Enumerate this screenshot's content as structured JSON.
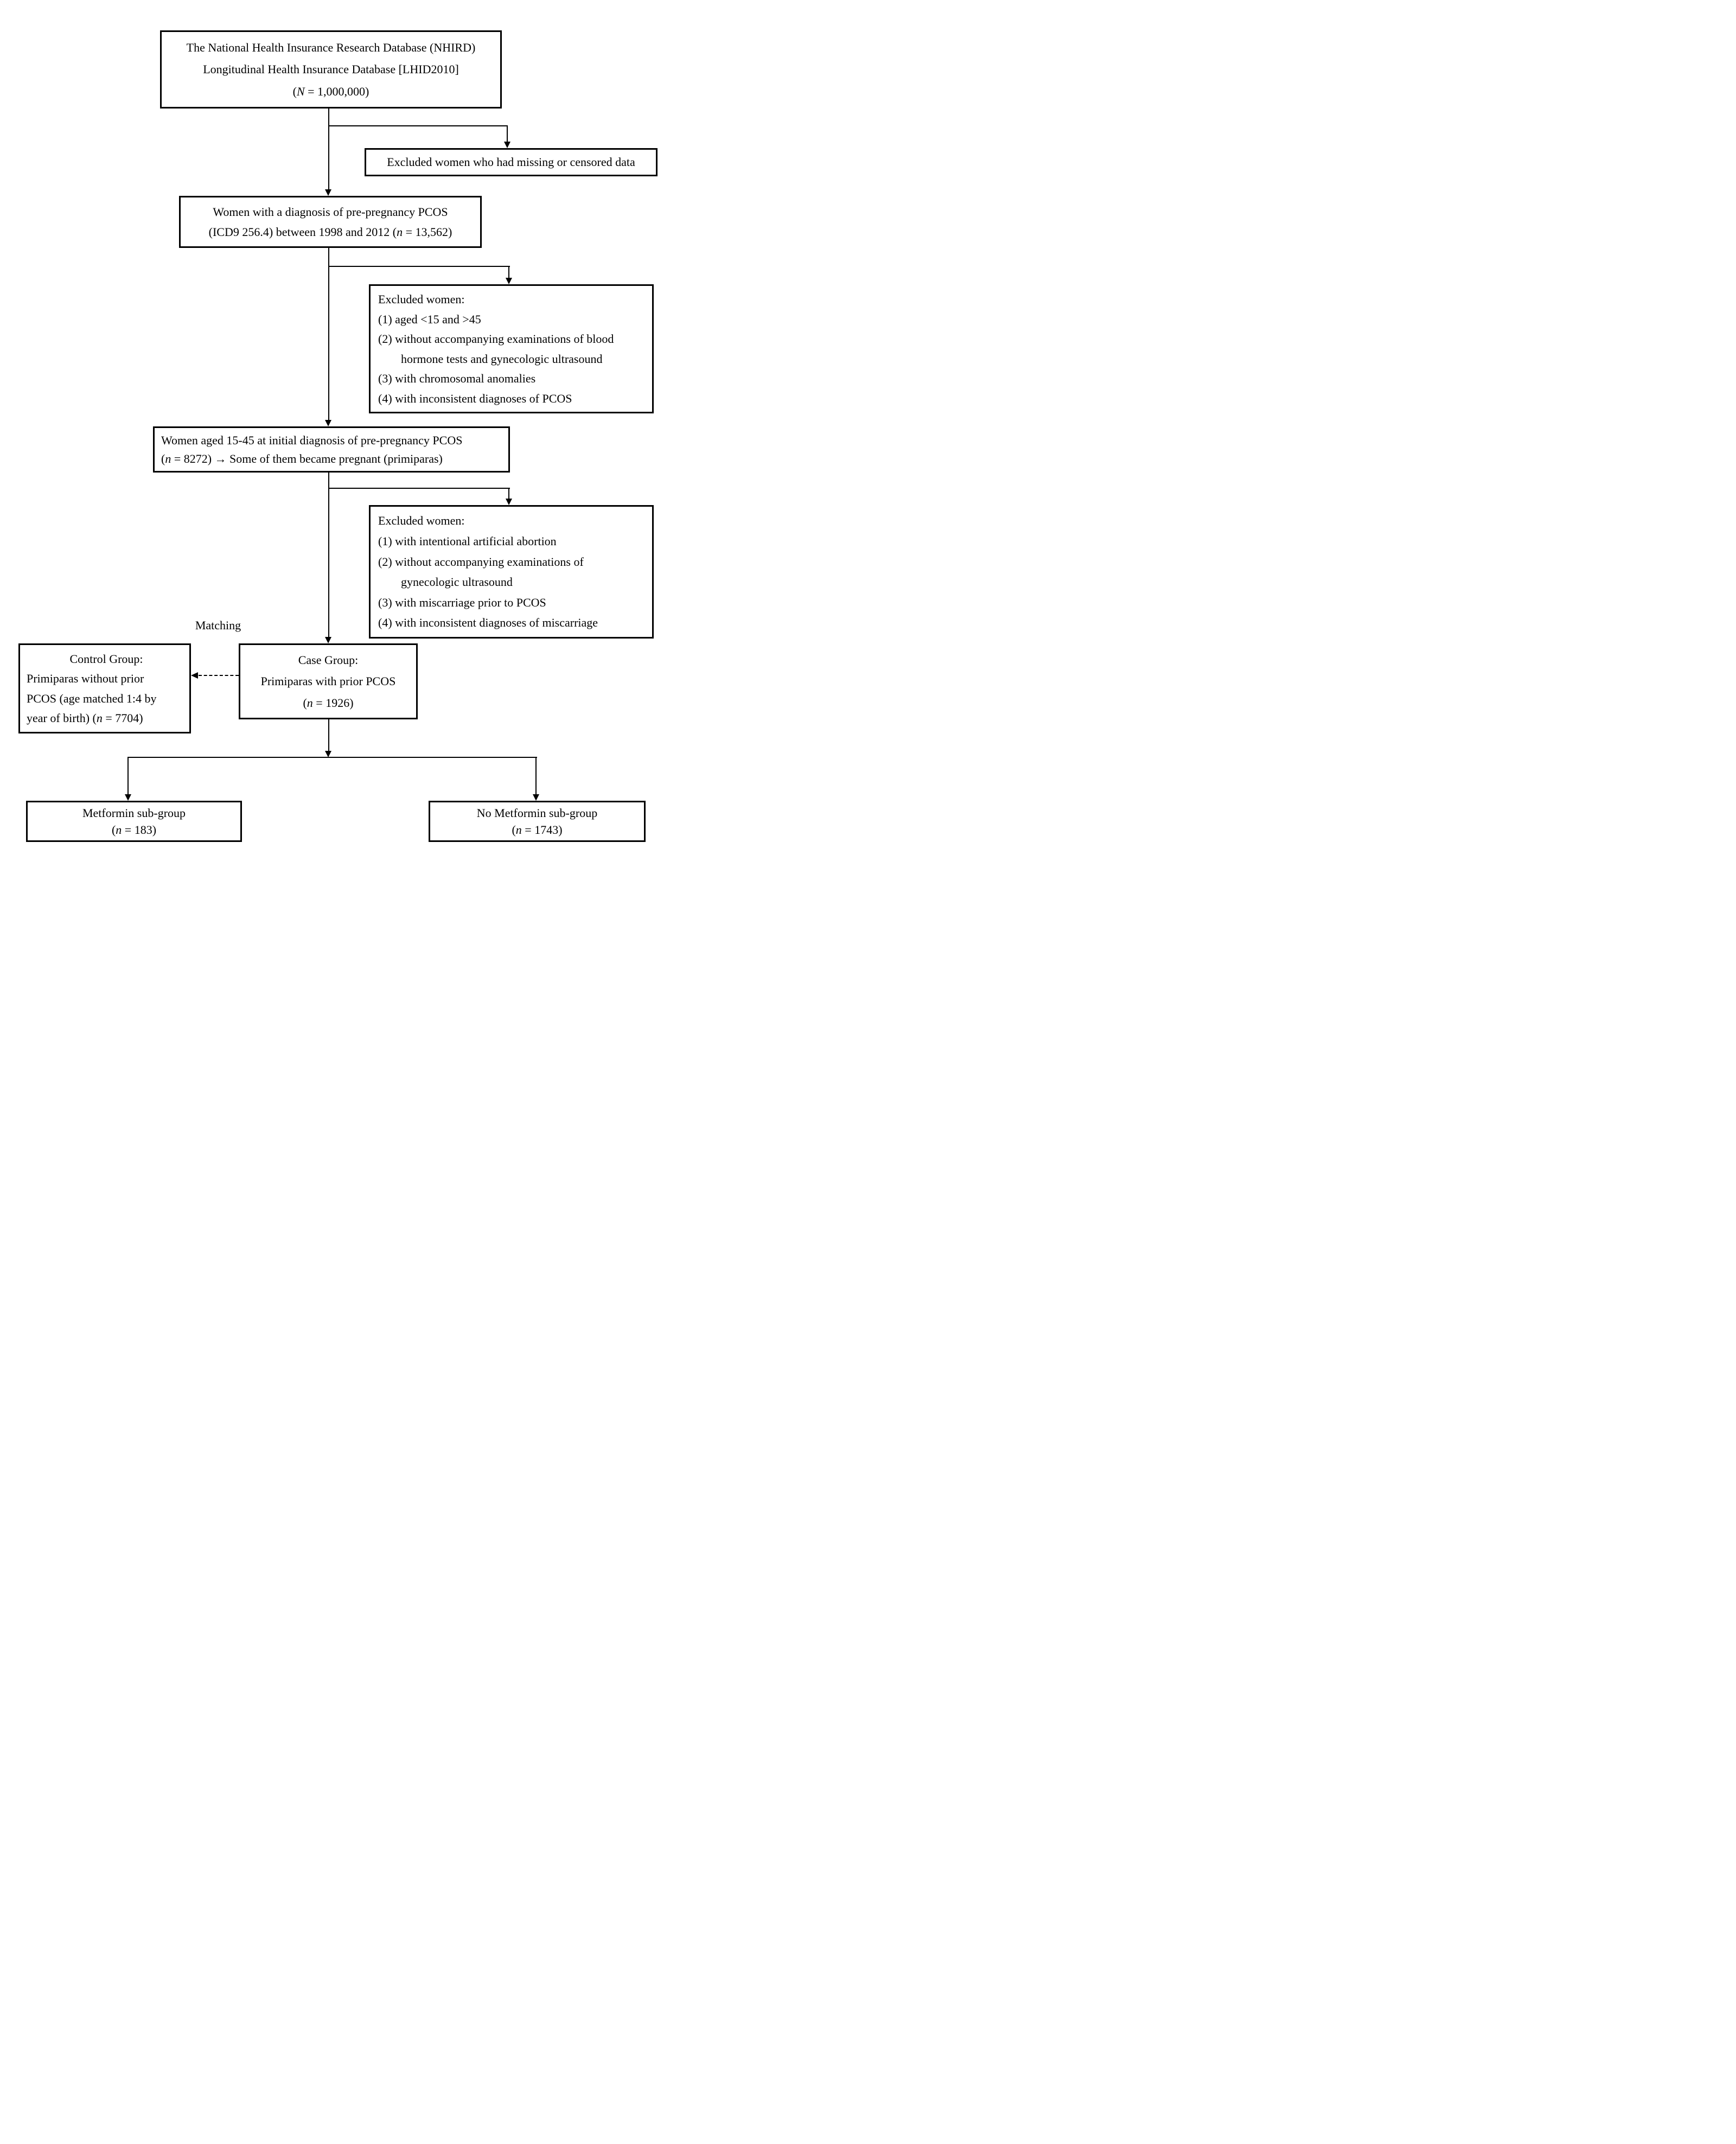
{
  "diagram": {
    "matching_label": "Matching",
    "boxes": {
      "nhird": {
        "lines": [
          "The National Health Insurance Research Database (NHIRD)",
          "Longitudinal Health Insurance Database [LHID2010]",
          [
            {
              "text": "("
            },
            {
              "text": "N",
              "italic": true
            },
            {
              "text": " = 1,000,000)"
            }
          ]
        ]
      },
      "excluded_missing": {
        "lines": [
          "Excluded women who had missing or censored data"
        ]
      },
      "pcos_diagnosis": {
        "lines": [
          "Women with a diagnosis of pre-pregnancy PCOS",
          [
            {
              "text": "(ICD9 256.4) between 1998 and 2012 ("
            },
            {
              "text": "n",
              "italic": true
            },
            {
              "text": " = 13,562)"
            }
          ]
        ]
      },
      "excluded_criteria_initial": {
        "lines": [
          "Excluded women:",
          "(1) aged <15 and >45",
          "(2) without accompanying examinations of blood",
          "hormone tests and gynecologic ultrasound",
          "(3) with chromosomal anomalies",
          "(4) with inconsistent diagnoses of PCOS"
        ]
      },
      "aged_15_45": {
        "lines": [
          "Women aged 15-45 at initial diagnosis of pre-pregnancy PCOS",
          [
            {
              "text": "("
            },
            {
              "text": "n",
              "italic": true
            },
            {
              "text": " = 8272) → Some of them became pregnant (primiparas)"
            }
          ]
        ]
      },
      "excluded_criteria_pregnancy": {
        "lines": [
          "Excluded women:",
          "(1) with intentional artificial abortion",
          "(2) without accompanying examinations of",
          "gynecologic ultrasound",
          "(3) with miscarriage prior to PCOS",
          "(4) with inconsistent diagnoses of miscarriage"
        ]
      },
      "control_group": {
        "lines": [
          "Control Group:",
          "Primiparas without prior",
          "PCOS (age matched 1:4 by",
          [
            {
              "text": "year of birth) ("
            },
            {
              "text": "n",
              "italic": true
            },
            {
              "text": " = 7704)"
            }
          ]
        ]
      },
      "case_group": {
        "lines": [
          "Case Group:",
          "Primiparas with prior PCOS",
          [
            {
              "text": "("
            },
            {
              "text": "n",
              "italic": true
            },
            {
              "text": " = 1926)"
            }
          ]
        ]
      },
      "metformin": {
        "lines": [
          "Metformin sub-group",
          [
            {
              "text": "("
            },
            {
              "text": "n",
              "italic": true
            },
            {
              "text": " = 183)"
            }
          ]
        ]
      },
      "no_metformin": {
        "lines": [
          "No Metformin sub-group",
          [
            {
              "text": "("
            },
            {
              "text": "n",
              "italic": true
            },
            {
              "text": " = 1743)"
            }
          ]
        ]
      }
    }
  }
}
